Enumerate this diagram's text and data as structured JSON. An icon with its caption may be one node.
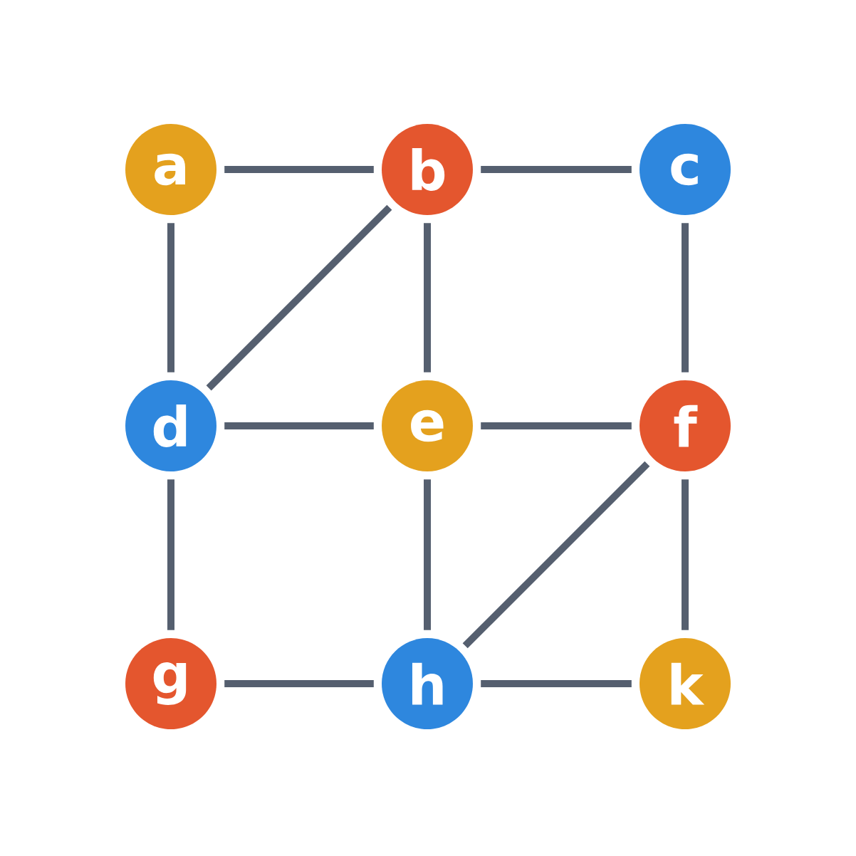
{
  "diagram": {
    "nodes": [
      {
        "text": [
          "a"
        ]
      },
      {
        "text": [
          "b"
        ]
      },
      {
        "text": [
          "c"
        ]
      },
      {
        "text": [
          "d"
        ]
      },
      {
        "text": [
          "e"
        ]
      },
      {
        "text": [
          "f"
        ]
      },
      {
        "text": [
          "g"
        ]
      },
      {
        "text": [
          "h"
        ]
      },
      {
        "text": [
          "k"
        ]
      }
    ],
    "edges": [
      {
        "from": 0,
        "to": 1,
        "arrow": "none"
      },
      {
        "from": 1,
        "to": 2,
        "arrow": "none"
      },
      {
        "from": 0,
        "to": 3,
        "arrow": "none"
      },
      {
        "from": 1,
        "to": 3,
        "arrow": "none"
      },
      {
        "from": 1,
        "to": 4,
        "arrow": "none"
      },
      {
        "from": 2,
        "to": 5,
        "arrow": "none"
      },
      {
        "from": 3,
        "to": 4,
        "arrow": "none"
      },
      {
        "from": 4,
        "to": 5,
        "arrow": "none"
      },
      {
        "from": 3,
        "to": 6,
        "arrow": "none"
      },
      {
        "from": 4,
        "to": 7,
        "arrow": "none"
      },
      {
        "from": 5,
        "to": 7,
        "arrow": "none"
      },
      {
        "from": 5,
        "to": 8,
        "arrow": "none"
      },
      {
        "from": 6,
        "to": 7,
        "arrow": "none"
      },
      {
        "from": 7,
        "to": 8,
        "arrow": "none"
      }
    ]
  }
}
